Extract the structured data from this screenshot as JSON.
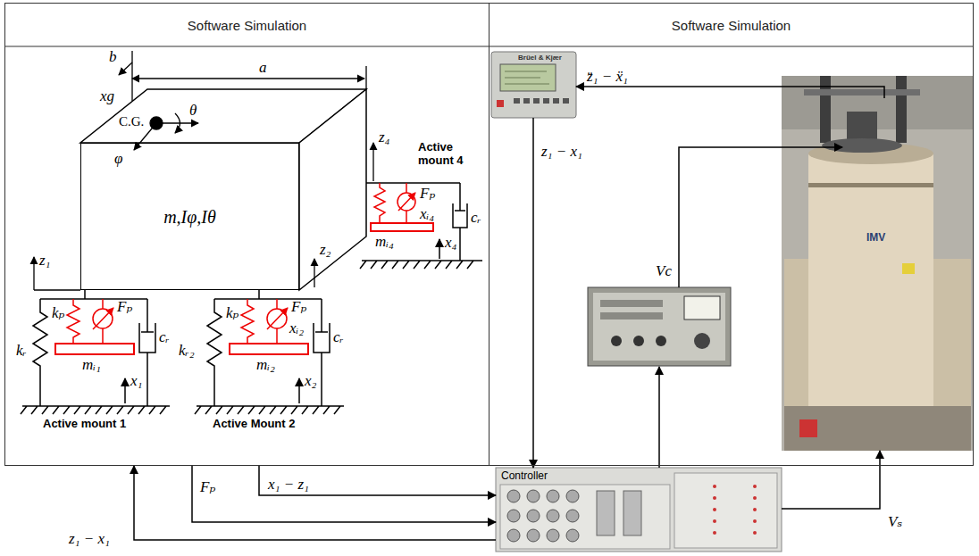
{
  "diagram": {
    "nodes": [
      {
        "text": [
          "Software Simulation"
        ]
      },
      {
        "text": [
          "m,Iφ,Iθ"
        ],
        "in": 0
      },
      {
        "text": [
          "Software Simulation"
        ]
      },
      {
        "text": [
          "Brüel & Kjær"
        ],
        "in": 2
      },
      {
        "text": [
          "IMV"
        ],
        "in": 2
      },
      {
        "text": [
          "Controller"
        ]
      }
    ],
    "edges": [
      {
        "from": 4,
        "to": 3,
        "arrow": "to",
        "label": "z̈₁ − ẍ₁"
      },
      {
        "from": 3,
        "to": 5,
        "arrow": "to",
        "label": "z₁ − x₁"
      },
      {
        "from": 5,
        "to": 4,
        "arrow": "to",
        "label": "Vₛ"
      },
      {
        "from": 0,
        "to": 5,
        "arrow": "to",
        "label": "Fₚ"
      },
      {
        "from": 0,
        "to": 5,
        "arrow": "to",
        "label": "x₁ − z₁"
      },
      {
        "from": 5,
        "to": 0,
        "arrow": "to",
        "label": "z₁ − x₁"
      }
    ],
    "labels": [
      "b",
      "xg",
      "a",
      "C.G.",
      "θ",
      "φ",
      "z₄",
      "Active mount 4",
      "xᵢ₄",
      "Fₚ",
      "cᵣ",
      "mᵢ₄",
      "x₄",
      "z₁",
      "z₂",
      "kᵣ",
      "kₚ",
      "Fₚ",
      "cᵣ",
      "mᵢ₁",
      "x₁",
      "kᵣ₂",
      "kₚ",
      "Fₚ",
      "xᵢ₂",
      "cᵣ",
      "mᵢ₂",
      "x₂",
      "Active mount 1",
      "Active Mount 2",
      "Vc"
    ]
  }
}
